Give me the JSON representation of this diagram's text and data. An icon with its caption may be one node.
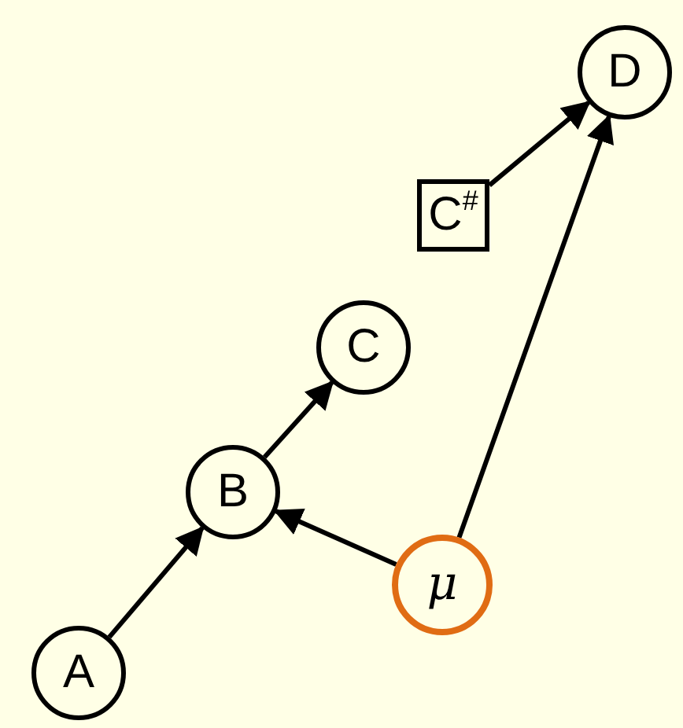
{
  "diagram": {
    "nodes": [
      {
        "text": [
          "A"
        ]
      },
      {
        "text": [
          "B"
        ]
      },
      {
        "text": [
          "C"
        ]
      },
      {
        "text": [
          "C$^{#}$"
        ]
      },
      {
        "text": [
          "D"
        ]
      },
      {
        "text": [
          "μ"
        ]
      }
    ],
    "edges": [
      {
        "from": 0,
        "to": 1,
        "arrow": "to"
      },
      {
        "from": 1,
        "to": 2,
        "arrow": "to"
      },
      {
        "from": 3,
        "to": 4,
        "arrow": "to"
      },
      {
        "from": 5,
        "to": 1,
        "arrow": "to"
      },
      {
        "from": 5,
        "to": 4,
        "arrow": "to"
      }
    ]
  }
}
